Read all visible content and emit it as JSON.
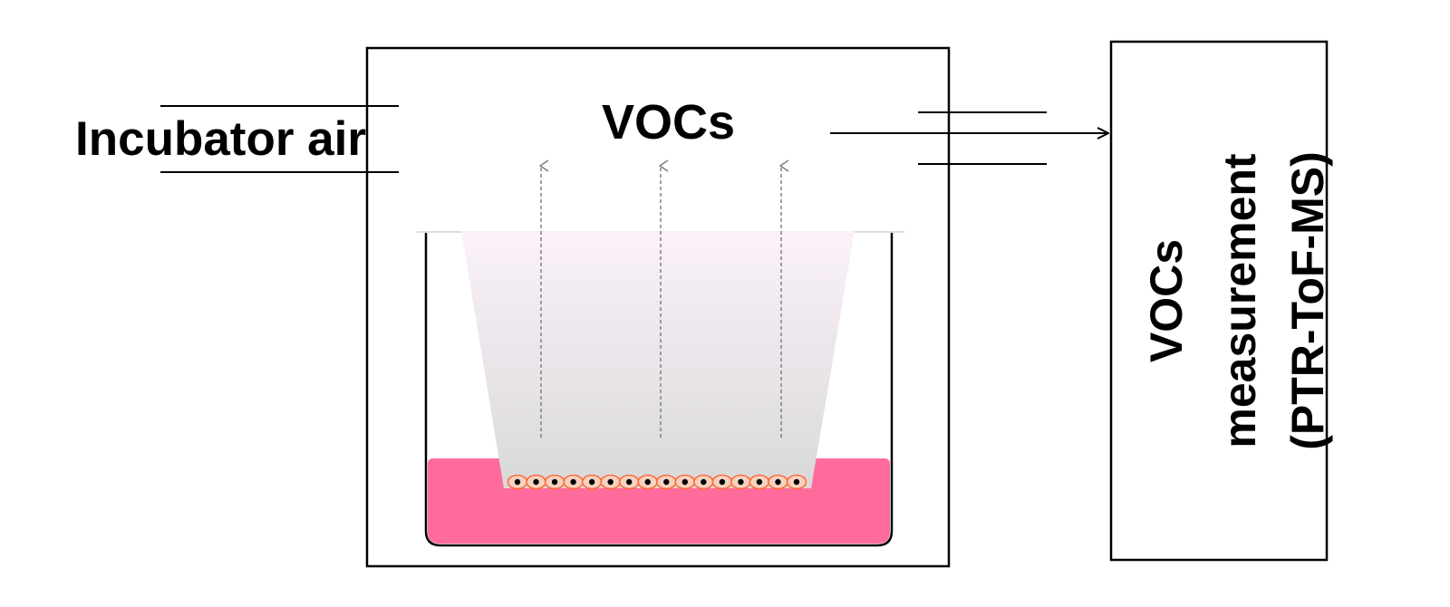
{
  "inlet_label": "Incubator air",
  "chamber_label": "VOCs",
  "instrument": {
    "line1": "VOCs",
    "line2": "measurement",
    "line3": "(PTR-ToF-MS)"
  },
  "colors": {
    "medium": "#ff6b9a",
    "insert_top": "#fbf1fa",
    "insert_bottom": "#d9d9d9",
    "cell_fill": "#f6d2bf",
    "cell_outline": "#ff6b3a",
    "nucleus": "#000000",
    "stroke": "#000000",
    "flow_arrow": "#7a7a7a"
  },
  "cell_count": 16,
  "flow_arrow_count": 3
}
